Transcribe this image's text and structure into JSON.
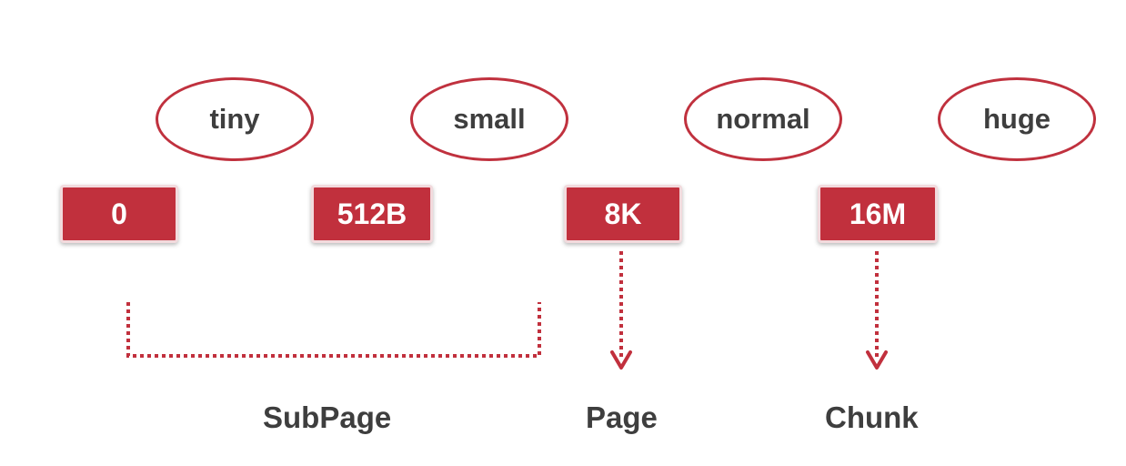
{
  "categories": [
    {
      "label": "tiny"
    },
    {
      "label": "small"
    },
    {
      "label": "normal"
    },
    {
      "label": "huge"
    }
  ],
  "thresholds": [
    {
      "label": "0"
    },
    {
      "label": "512B"
    },
    {
      "label": "8K"
    },
    {
      "label": "16M"
    }
  ],
  "targets": [
    {
      "label": "SubPage"
    },
    {
      "label": "Page"
    },
    {
      "label": "Chunk"
    }
  ],
  "colors": {
    "accent": "#c1303d",
    "box_border": "#f2dadd",
    "text": "#3e3e3e"
  }
}
